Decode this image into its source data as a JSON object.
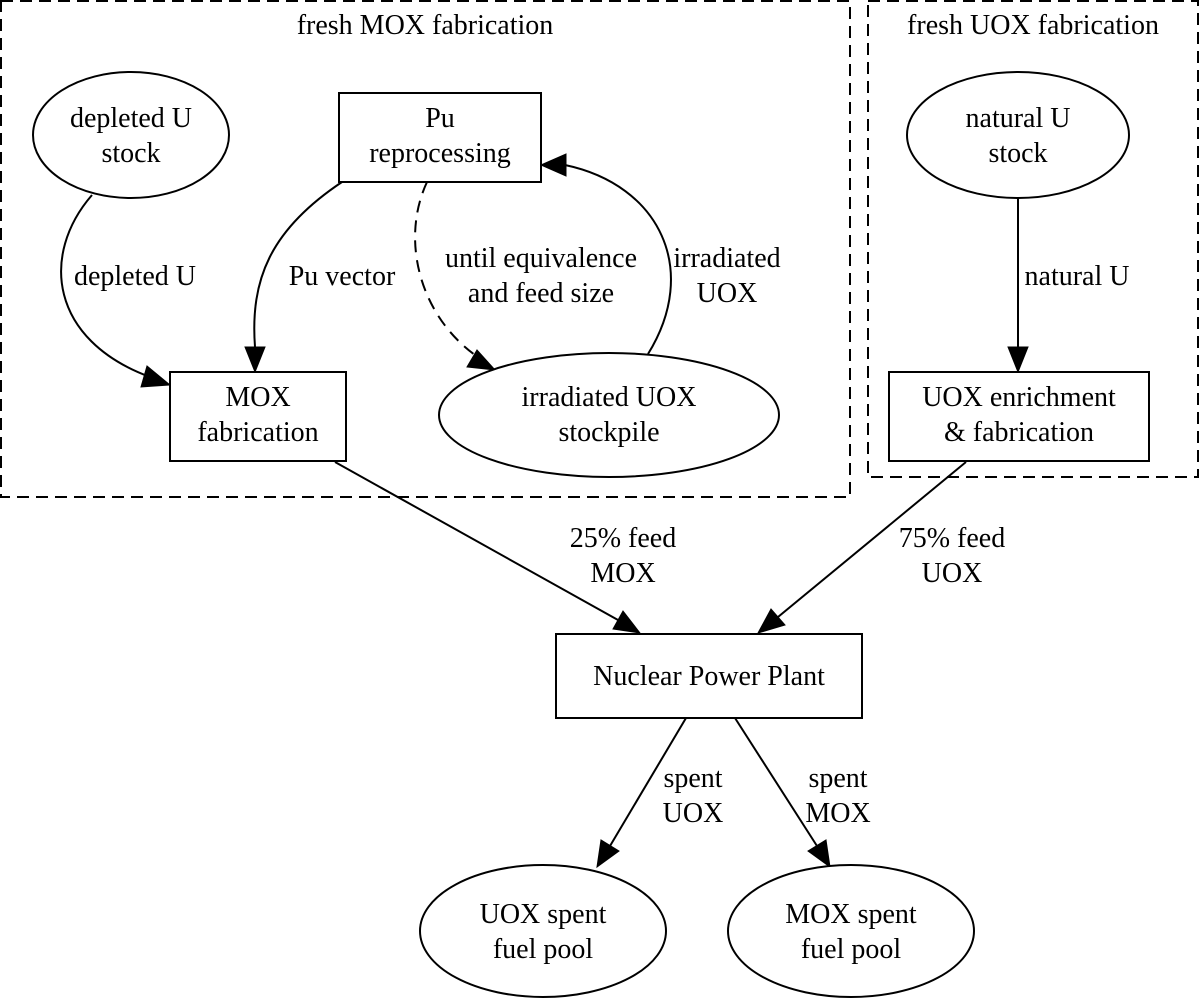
{
  "clusters": {
    "mox": {
      "label": "fresh MOX fabrication"
    },
    "uox": {
      "label": "fresh UOX fabrication"
    }
  },
  "nodes": {
    "depleted_u_stock": {
      "lines": [
        "depleted U",
        "stock"
      ]
    },
    "pu_reprocessing": {
      "lines": [
        "Pu",
        "reprocessing"
      ]
    },
    "mox_fabrication": {
      "lines": [
        "MOX",
        "fabrication"
      ]
    },
    "irradiated_uox_stockpile": {
      "lines": [
        "irradiated UOX",
        "stockpile"
      ]
    },
    "natural_u_stock": {
      "lines": [
        "natural U",
        "stock"
      ]
    },
    "uox_enrichment": {
      "lines": [
        "UOX enrichment",
        "& fabrication"
      ]
    },
    "power_plant": {
      "lines": [
        "Nuclear Power Plant"
      ]
    },
    "uox_pool": {
      "lines": [
        "UOX spent",
        "fuel pool"
      ]
    },
    "mox_pool": {
      "lines": [
        "MOX spent",
        "fuel pool"
      ]
    }
  },
  "edges": {
    "depleted_u": {
      "lines": [
        "depleted U"
      ]
    },
    "pu_vector": {
      "lines": [
        "Pu vector"
      ]
    },
    "until_equivalence": {
      "lines": [
        "until equivalence",
        "and feed size"
      ]
    },
    "irradiated_uox": {
      "lines": [
        "irradiated",
        "UOX"
      ]
    },
    "natural_u": {
      "lines": [
        "natural U"
      ]
    },
    "feed_mox": {
      "lines": [
        "25% feed",
        "MOX"
      ]
    },
    "feed_uox": {
      "lines": [
        "75% feed",
        "UOX"
      ]
    },
    "spent_uox": {
      "lines": [
        "spent",
        "UOX"
      ]
    },
    "spent_mox": {
      "lines": [
        "spent",
        "MOX"
      ]
    }
  }
}
